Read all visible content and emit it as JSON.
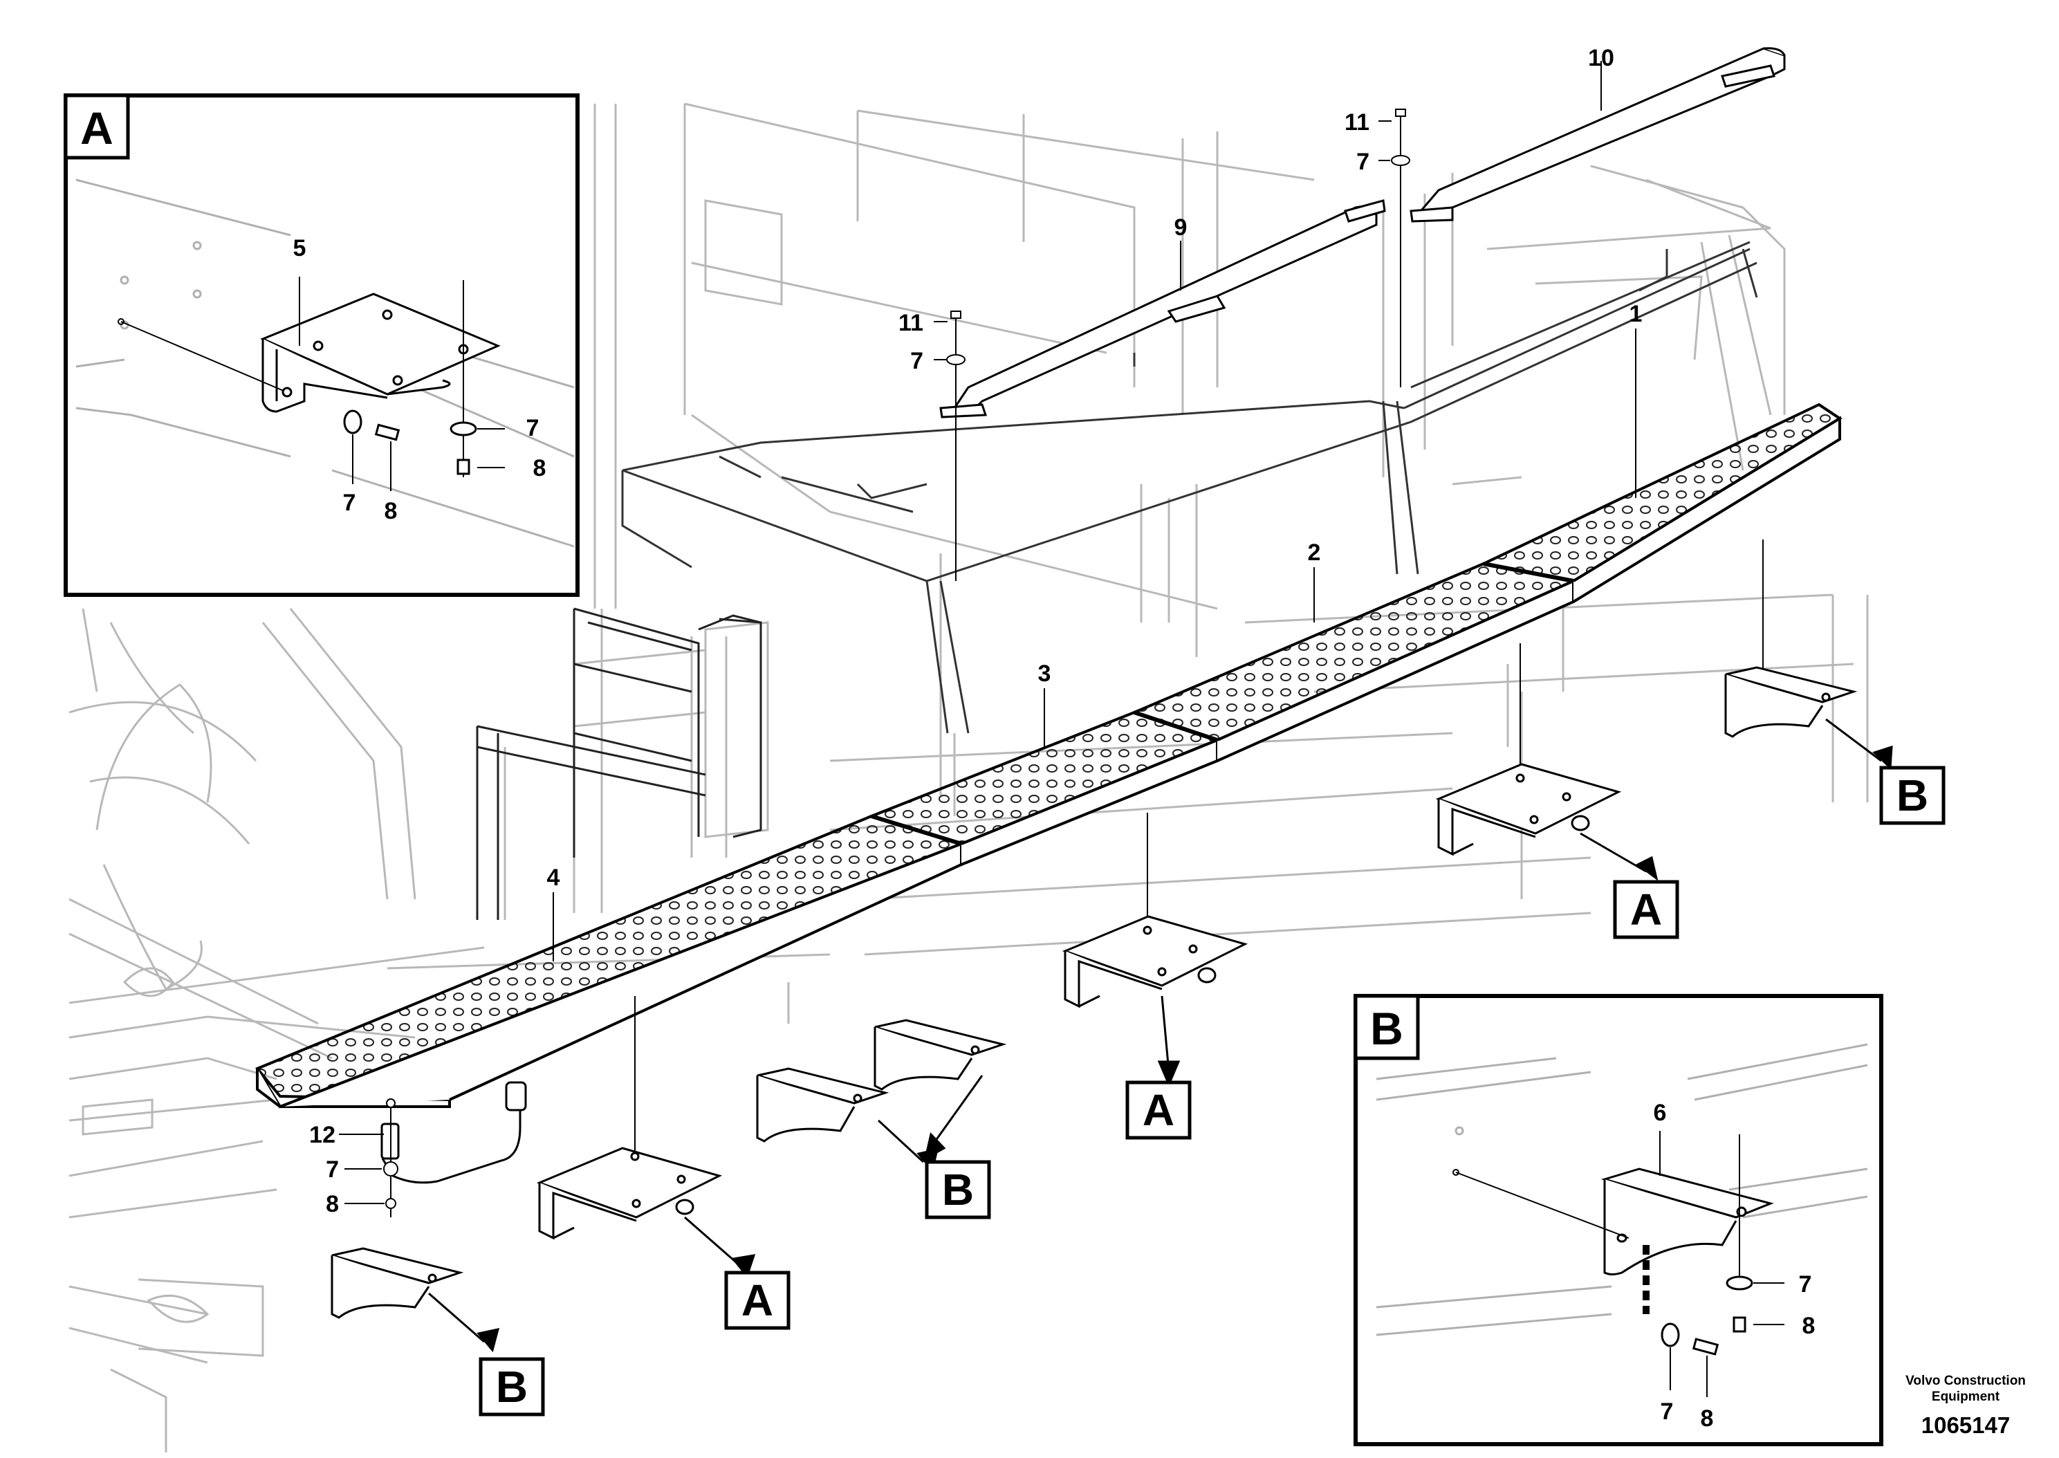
{
  "diagram": {
    "part_numbers": [
      "1",
      "2",
      "3",
      "4",
      "5",
      "6",
      "7",
      "8",
      "9",
      "10",
      "11",
      "12"
    ],
    "view_markers": {
      "a": "A",
      "b": "B"
    },
    "inset_a": {
      "title": "A",
      "labels": {
        "bracket": "5",
        "washer": "7",
        "bolt": "8"
      }
    },
    "inset_b": {
      "title": "B",
      "labels": {
        "bracket": "6",
        "washer": "7",
        "bolt": "8"
      }
    },
    "main_labels": {
      "step_1": "1",
      "step_2": "2",
      "step_3": "3",
      "step_4": "4",
      "rail_9": "9",
      "rail_10": "10",
      "bolt_11": "11",
      "washer_7": "7",
      "bolt_8": "8",
      "clip_12": "12"
    },
    "footer": {
      "brand_line1": "Volvo Construction",
      "brand_line2": "Equipment",
      "drawing_number": "1065147"
    }
  }
}
